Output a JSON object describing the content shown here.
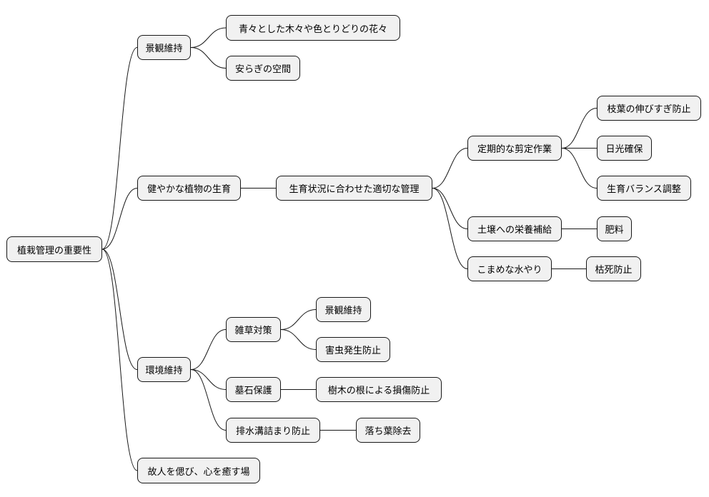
{
  "colors": {
    "node_fill": "#f1f1f1",
    "node_border": "#181818",
    "edge": "#181818",
    "background": "#ffffff"
  },
  "root": {
    "label": "植栽管理の重要性",
    "children": [
      {
        "label": "景観維持",
        "children": [
          {
            "label": "青々とした木々や色とりどりの花々"
          },
          {
            "label": "安らぎの空間"
          }
        ]
      },
      {
        "label": "健やかな植物の生育",
        "children": [
          {
            "label": "生育状況に合わせた適切な管理",
            "children": [
              {
                "label": "定期的な剪定作業",
                "children": [
                  {
                    "label": "枝葉の伸びすぎ防止"
                  },
                  {
                    "label": "日光確保"
                  },
                  {
                    "label": "生育バランス調整"
                  }
                ]
              },
              {
                "label": "土壌への栄養補給",
                "children": [
                  {
                    "label": "肥料"
                  }
                ]
              },
              {
                "label": "こまめな水やり",
                "children": [
                  {
                    "label": "枯死防止"
                  }
                ]
              }
            ]
          }
        ]
      },
      {
        "label": "環境維持",
        "children": [
          {
            "label": "雑草対策",
            "children": [
              {
                "label": "景観維持"
              },
              {
                "label": "害虫発生防止"
              }
            ]
          },
          {
            "label": "墓石保護",
            "children": [
              {
                "label": "樹木の根による損傷防止"
              }
            ]
          },
          {
            "label": "排水溝詰まり防止",
            "children": [
              {
                "label": "落ち葉除去"
              }
            ]
          }
        ]
      },
      {
        "label": "故人を偲び、心を癒す場"
      }
    ]
  }
}
